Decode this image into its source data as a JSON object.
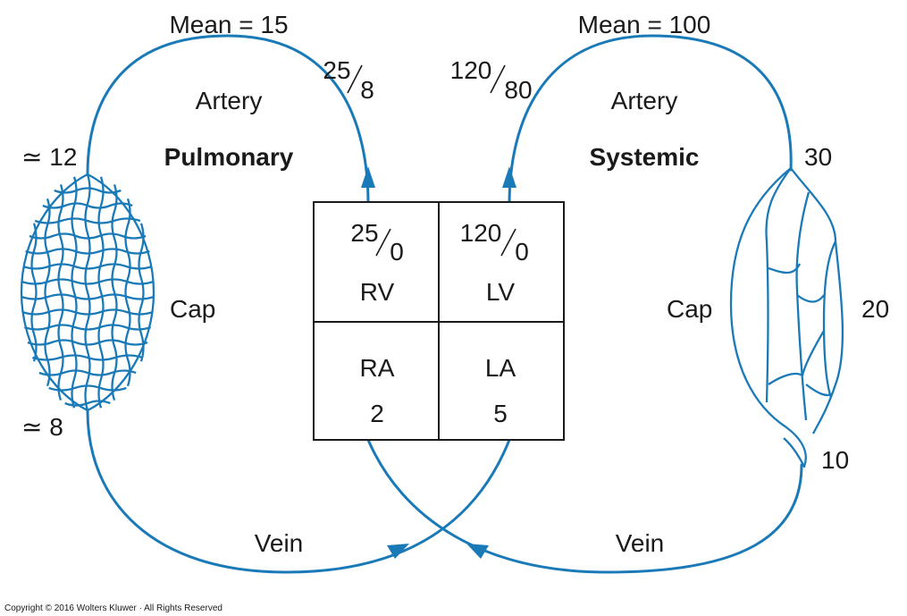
{
  "colors": {
    "vessel": "#1a7ab8",
    "text": "#1a1a1a",
    "box_border": "#1a1a1a"
  },
  "pulmonary": {
    "mean": "Mean = 15",
    "pressure_top": "25",
    "pressure_bottom": "8",
    "artery": "Artery",
    "title": "Pulmonary",
    "cap": "Cap",
    "arterial_end": "≃ 12",
    "venous_end": "≃ 8",
    "vein": "Vein"
  },
  "systemic": {
    "mean": "Mean = 100",
    "pressure_top": "120",
    "pressure_bottom": "80",
    "artery": "Artery",
    "title": "Systemic",
    "cap": "Cap",
    "arterial_end": "30",
    "mid": "20",
    "venous_end": "10",
    "vein": "Vein"
  },
  "heart": {
    "rv": {
      "top": "25",
      "bottom": "0",
      "name": "RV"
    },
    "lv": {
      "top": "120",
      "bottom": "0",
      "name": "LV"
    },
    "ra": {
      "name": "RA",
      "value": "2"
    },
    "la": {
      "name": "LA",
      "value": "5"
    }
  },
  "copyright": "Copyright © 2016 Wolters Kluwer · All Rights Reserved"
}
